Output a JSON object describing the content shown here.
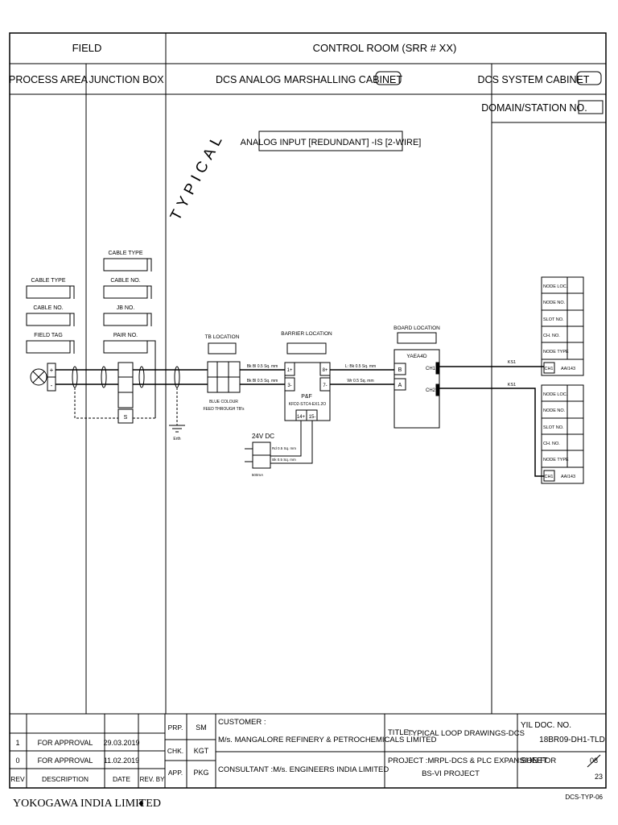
{
  "header": {
    "field": "FIELD",
    "control_room": "CONTROL ROOM (SRR # XX)",
    "process_area": "PROCESS AREA",
    "junction_box": "JUNCTION BOX",
    "marshalling_cabinet": "DCS ANALOG MARSHALLING CABINET",
    "system_cabinet": "DCS SYSTEM CABINET",
    "domain_station": "DOMAIN/STATION NO."
  },
  "diagram": {
    "typical_stamp": "TYPICAL",
    "loop_title": "ANALOG INPUT [REDUNDANT] -IS [2-WIRE]",
    "field_labels": {
      "cable_type": "CABLE TYPE",
      "cable_no": "CABLE NO.",
      "field_tag": "FIELD TAG"
    },
    "jb_labels": {
      "cable_type": "CABLE TYPE",
      "cable_no": "CABLE NO.",
      "jb_no": "JB NO.",
      "pair_no": "PAIR NO."
    },
    "terminal_plus": "+",
    "terminal_minus": "-",
    "shield": "S",
    "earth_label": "Erth",
    "tb_location": "TB LOCATION",
    "tb_note_1": "BLUE COLOUR",
    "tb_note_2": "FEED THROUGH TB's",
    "barrier_location": "BARRIER LOCATION",
    "wire_bk_1": "Bk Bl 0.5 Sq. mm",
    "wire_bk_2": "Bk Bl 0.5 Sq. mm",
    "barrier_pins": {
      "p1": "1+",
      "p3": "3-",
      "p8": "8+",
      "p7": "7-",
      "p14": "14+",
      "p15": "15-"
    },
    "barrier_name": "P&F",
    "barrier_model": "KFD2-STC4-EX1.2O",
    "wire_l_bk": "L: Bk 0.5 Sq. mm",
    "wire_w_bk": "Wr 0.5 Sq. mm",
    "board_location": "BOARD LOCATION",
    "card_name": "YAEA4D",
    "card_pins": {
      "b": "B",
      "a": "A",
      "ch1": "CH1",
      "ch2": "CH2"
    },
    "ks1_top": "KS1",
    "ks1_bottom": "KS1",
    "supply": "24V DC",
    "supply_wire_1": "Rd 0.5 Sq. mm",
    "supply_wire_2": "Bk 0.5 Sq. mm",
    "supply_note": "500mA",
    "node_table": [
      "NODE LOC.",
      "NODE NO.",
      "SLOT NO.",
      "CH. NO.",
      "NODE TYPE"
    ],
    "channel_tag_1": "CH1",
    "channel_tag_2": "CH1",
    "channel_value_1": "AAI143",
    "channel_value_2": "AAI143"
  },
  "title_block": {
    "revisions": [
      {
        "rev": "1",
        "description": "FOR APPROVAL",
        "date": "29.03.2019"
      },
      {
        "rev": "0",
        "description": "FOR APPROVAL",
        "date": "11.02.2019"
      }
    ],
    "col_rev": "REV",
    "col_description": "DESCRIPTION",
    "col_date": "DATE",
    "col_rev_by": "REV. BY",
    "prp_label": "PRP.",
    "prp_value": "SM",
    "chk_label": "CHK.",
    "chk_value": "KGT",
    "app_label": "APP.",
    "app_value": "PKG",
    "customer_label": "CUSTOMER :",
    "customer_value": "M/s. MANGALORE REFINERY & PETROCHEMICALS LIMITED",
    "consultant": "CONSULTANT :M/s. ENGINEERS INDIA LIMITED",
    "title_label": "TITLE :",
    "title_value": "TYPICAL LOOP DRAWINGS-DCS",
    "project_line_1": "PROJECT :MRPL-DCS & PLC EXPANSION FOR",
    "project_line_2": "BS-VI PROJECT",
    "doc_no_label": "YIL DOC. NO.",
    "doc_no_value": "18BR09-DH1-TLD",
    "sheet_label": "SHEET",
    "sheet_no": "08",
    "sheet_total": "23"
  },
  "footer": {
    "company": "YOKOGAWA INDIA LIMITED",
    "company_mark": "♦",
    "drawing_code": "DCS-TYP-06"
  }
}
